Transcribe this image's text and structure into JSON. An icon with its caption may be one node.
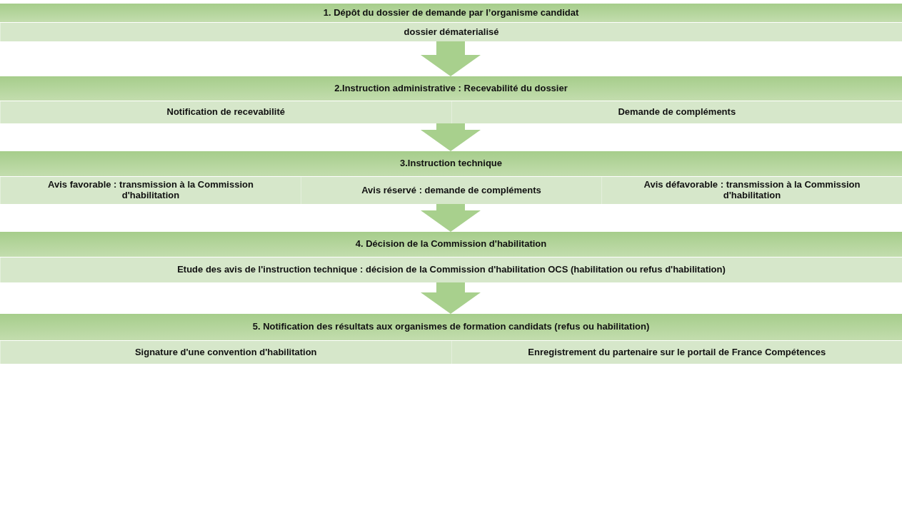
{
  "diagram": {
    "nodes": [
      {
        "text": [
          "1. Dépôt du dossier de demande par l’organisme candidat"
        ]
      },
      {
        "text": [
          "dossier dématerialisé"
        ],
        "in": 0
      },
      {
        "text": [
          "2.Instruction administrative : Recevabilité du dossier"
        ]
      },
      {
        "text": [
          "Notification de recevabilité"
        ],
        "in": 2
      },
      {
        "text": [
          "Demande de compléments"
        ],
        "in": 2
      },
      {
        "text": [
          "3.Instruction technique"
        ]
      },
      {
        "text": [
          "Avis favorable : transmission à la Commission d'habilitation"
        ],
        "in": 5
      },
      {
        "text": [
          "Avis réservé : demande de compléments"
        ],
        "in": 5
      },
      {
        "text": [
          "Avis défavorable : transmission à la Commission d'habilitation"
        ],
        "in": 5
      },
      {
        "text": [
          "4. Décision de la Commission d'habilitation"
        ]
      },
      {
        "text": [
          "Etude des avis de l'instruction technique : décision de la Commission d'habilitation OCS (habilitation ou refus d'habilitation)"
        ],
        "in": 9
      },
      {
        "text": [
          "5. Notification des résultats aux organismes de formation candidats (refus ou habilitation)"
        ]
      },
      {
        "text": [
          "Signature d'une convention d'habilitation"
        ],
        "in": 11
      },
      {
        "text": [
          "Enregistrement du partenaire sur le portail de France Compétences"
        ],
        "in": 11
      }
    ],
    "edges": [
      {
        "from": 0,
        "to": 2,
        "arrow": "to"
      },
      {
        "from": 2,
        "to": 5,
        "arrow": "to"
      },
      {
        "from": 5,
        "to": 9,
        "arrow": "to"
      },
      {
        "from": 9,
        "to": 11,
        "arrow": "to"
      }
    ]
  }
}
